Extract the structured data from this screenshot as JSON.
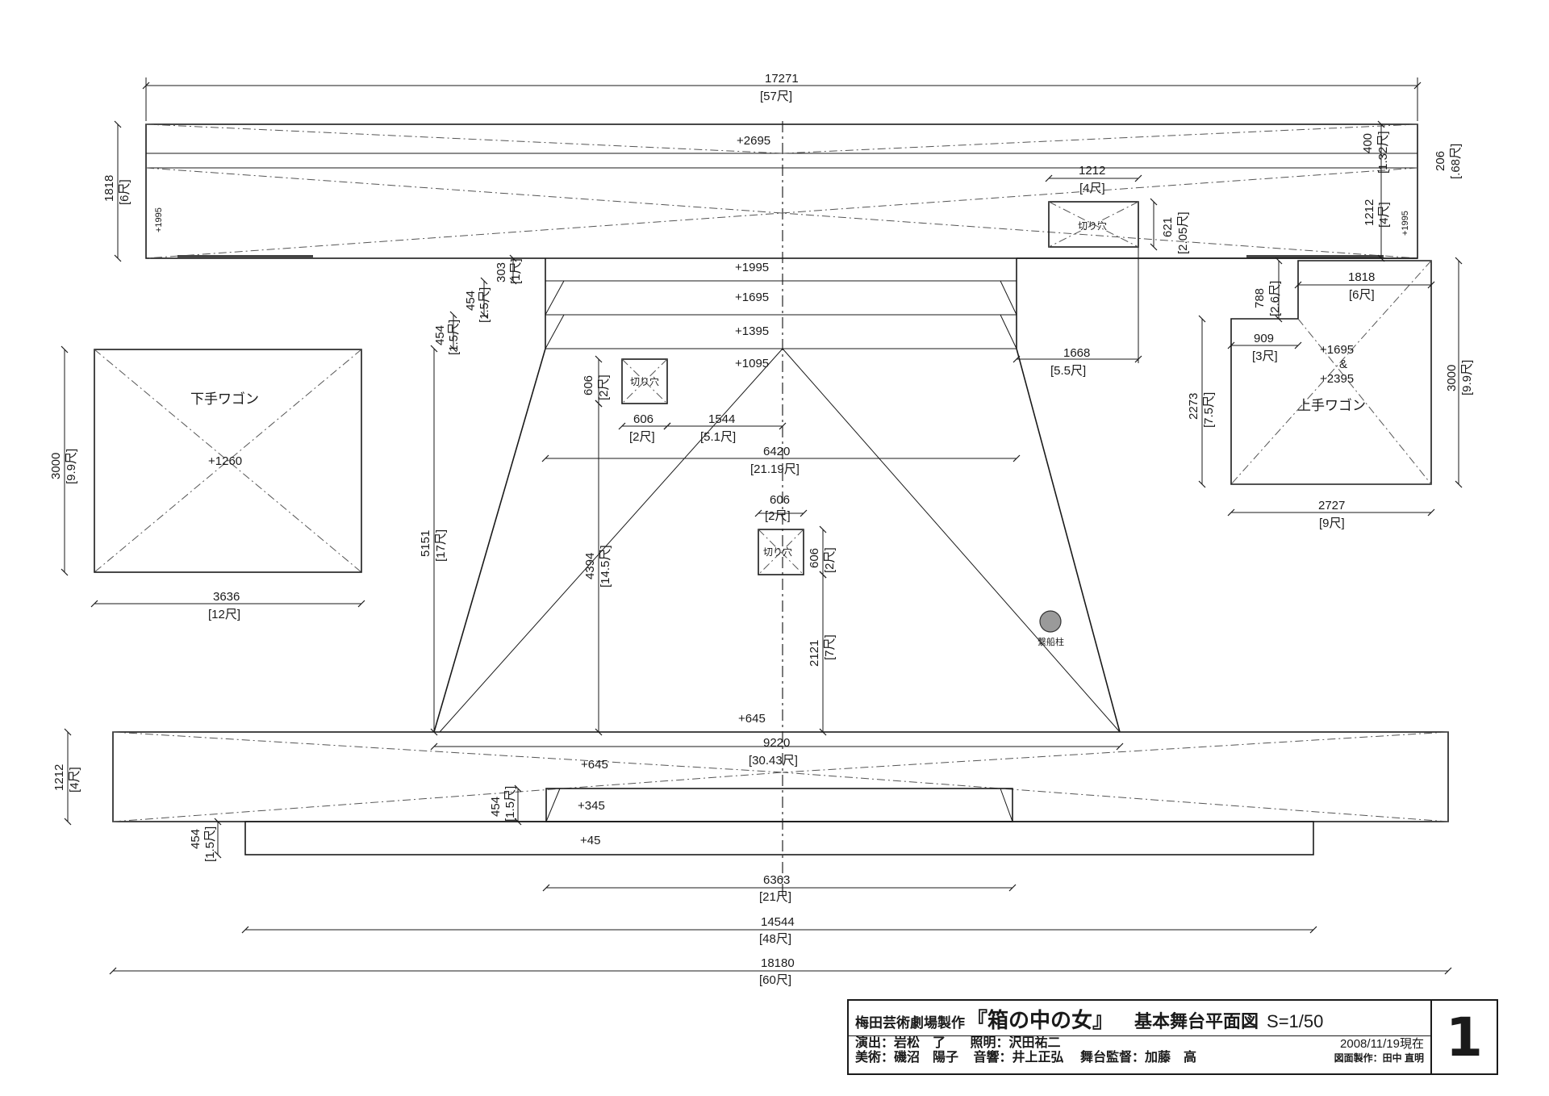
{
  "drawing": {
    "labels": {
      "wagon_left": "下手ワゴン",
      "wagon_right": "上手ワゴン",
      "trap": "切り穴",
      "pillar": "繋船柱"
    },
    "levels": {
      "back_platform": "+2695",
      "back_left": "+1995",
      "back_right": "+1995",
      "step1": "+1995",
      "step2": "+1695",
      "step3": "+1395",
      "main_stage": "+1095",
      "wagon_left": "+1260",
      "wagon_right_a": "+1695",
      "wagon_right_amp": "&",
      "wagon_right_b": "+2395",
      "front_of_stage": "+645",
      "front_platform": "+645",
      "front_step": "+345",
      "apron": "+45"
    },
    "dimensions": {
      "overall_top": {
        "mm": "17271",
        "shaku": "[57尺]"
      },
      "back_depth": {
        "mm": "1818",
        "shaku": "[6尺]"
      },
      "back_right_400": {
        "mm": "400",
        "shaku": "[1.32尺]"
      },
      "back_right_206": {
        "mm": "206",
        "shaku": "[.68尺]"
      },
      "back_right_1212": {
        "mm": "1212",
        "shaku": "[4尺]"
      },
      "trap_top_w": {
        "mm": "1212",
        "shaku": "[4尺]"
      },
      "trap_top_h": {
        "mm": "621",
        "shaku": "[2.05尺]"
      },
      "step_303": {
        "mm": "303",
        "shaku": "[1尺]"
      },
      "step_454a": {
        "mm": "454",
        "shaku": "[1.5尺]"
      },
      "step_454b": {
        "mm": "454",
        "shaku": "[1.5尺]"
      },
      "offset_1668": {
        "mm": "1668",
        "shaku": "[5.5尺]"
      },
      "wagon_r_788": {
        "mm": "788",
        "shaku": "[2.6尺]"
      },
      "wagon_r_1818": {
        "mm": "1818",
        "shaku": "[6尺]"
      },
      "wagon_r_909": {
        "mm": "909",
        "shaku": "[3尺]"
      },
      "wagon_r_2273": {
        "mm": "2273",
        "shaku": "[7.5尺]"
      },
      "wagon_r_3000": {
        "mm": "3000",
        "shaku": "[9.9尺]"
      },
      "wagon_r_2727": {
        "mm": "2727",
        "shaku": "[9尺]"
      },
      "wagon_l_3000": {
        "mm": "3000",
        "shaku": "[9.9尺]"
      },
      "wagon_l_3636": {
        "mm": "3636",
        "shaku": "[12尺]"
      },
      "trap_l_606v": {
        "mm": "606",
        "shaku": "[2尺]"
      },
      "trap_l_606h": {
        "mm": "606",
        "shaku": "[2尺]"
      },
      "trap_l_1544": {
        "mm": "1544",
        "shaku": "[5.1尺]"
      },
      "stage_6420": {
        "mm": "6420",
        "shaku": "[21.19尺]"
      },
      "trap_c_606h": {
        "mm": "606",
        "shaku": "[2尺]"
      },
      "trap_c_606v": {
        "mm": "606",
        "shaku": "[2尺]"
      },
      "stage_5151": {
        "mm": "5151",
        "shaku": "[17尺]"
      },
      "stage_4394": {
        "mm": "4394",
        "shaku": "[14.5尺]"
      },
      "stage_2121": {
        "mm": "2121",
        "shaku": "[7尺]"
      },
      "front_9220": {
        "mm": "9220",
        "shaku": "[30.43尺]"
      },
      "front_1212": {
        "mm": "1212",
        "shaku": "[4尺]"
      },
      "front_454": {
        "mm": "454",
        "shaku": "[1.5尺]"
      },
      "apron_454": {
        "mm": "454",
        "shaku": "[1.5尺]"
      },
      "step_6363": {
        "mm": "6363",
        "shaku": "[21尺]"
      },
      "apron_14544": {
        "mm": "14544",
        "shaku": "[48尺]"
      },
      "overall_18180": {
        "mm": "18180",
        "shaku": "[60尺]"
      }
    }
  },
  "title_block": {
    "producer": "梅田芸術劇場製作",
    "play": "『箱の中の女』",
    "drawing_name": "基本舞台平面図",
    "scale": "S=1/50",
    "row2": [
      "演出：岩松　了",
      "照明：沢田祐二"
    ],
    "row3": [
      "美術：磯沼　陽子",
      "音響：井上正弘",
      "舞台監督：加藤　高"
    ],
    "date": "2008/11/19現在",
    "author": "図面製作：田中 直明",
    "sheet": "1"
  }
}
